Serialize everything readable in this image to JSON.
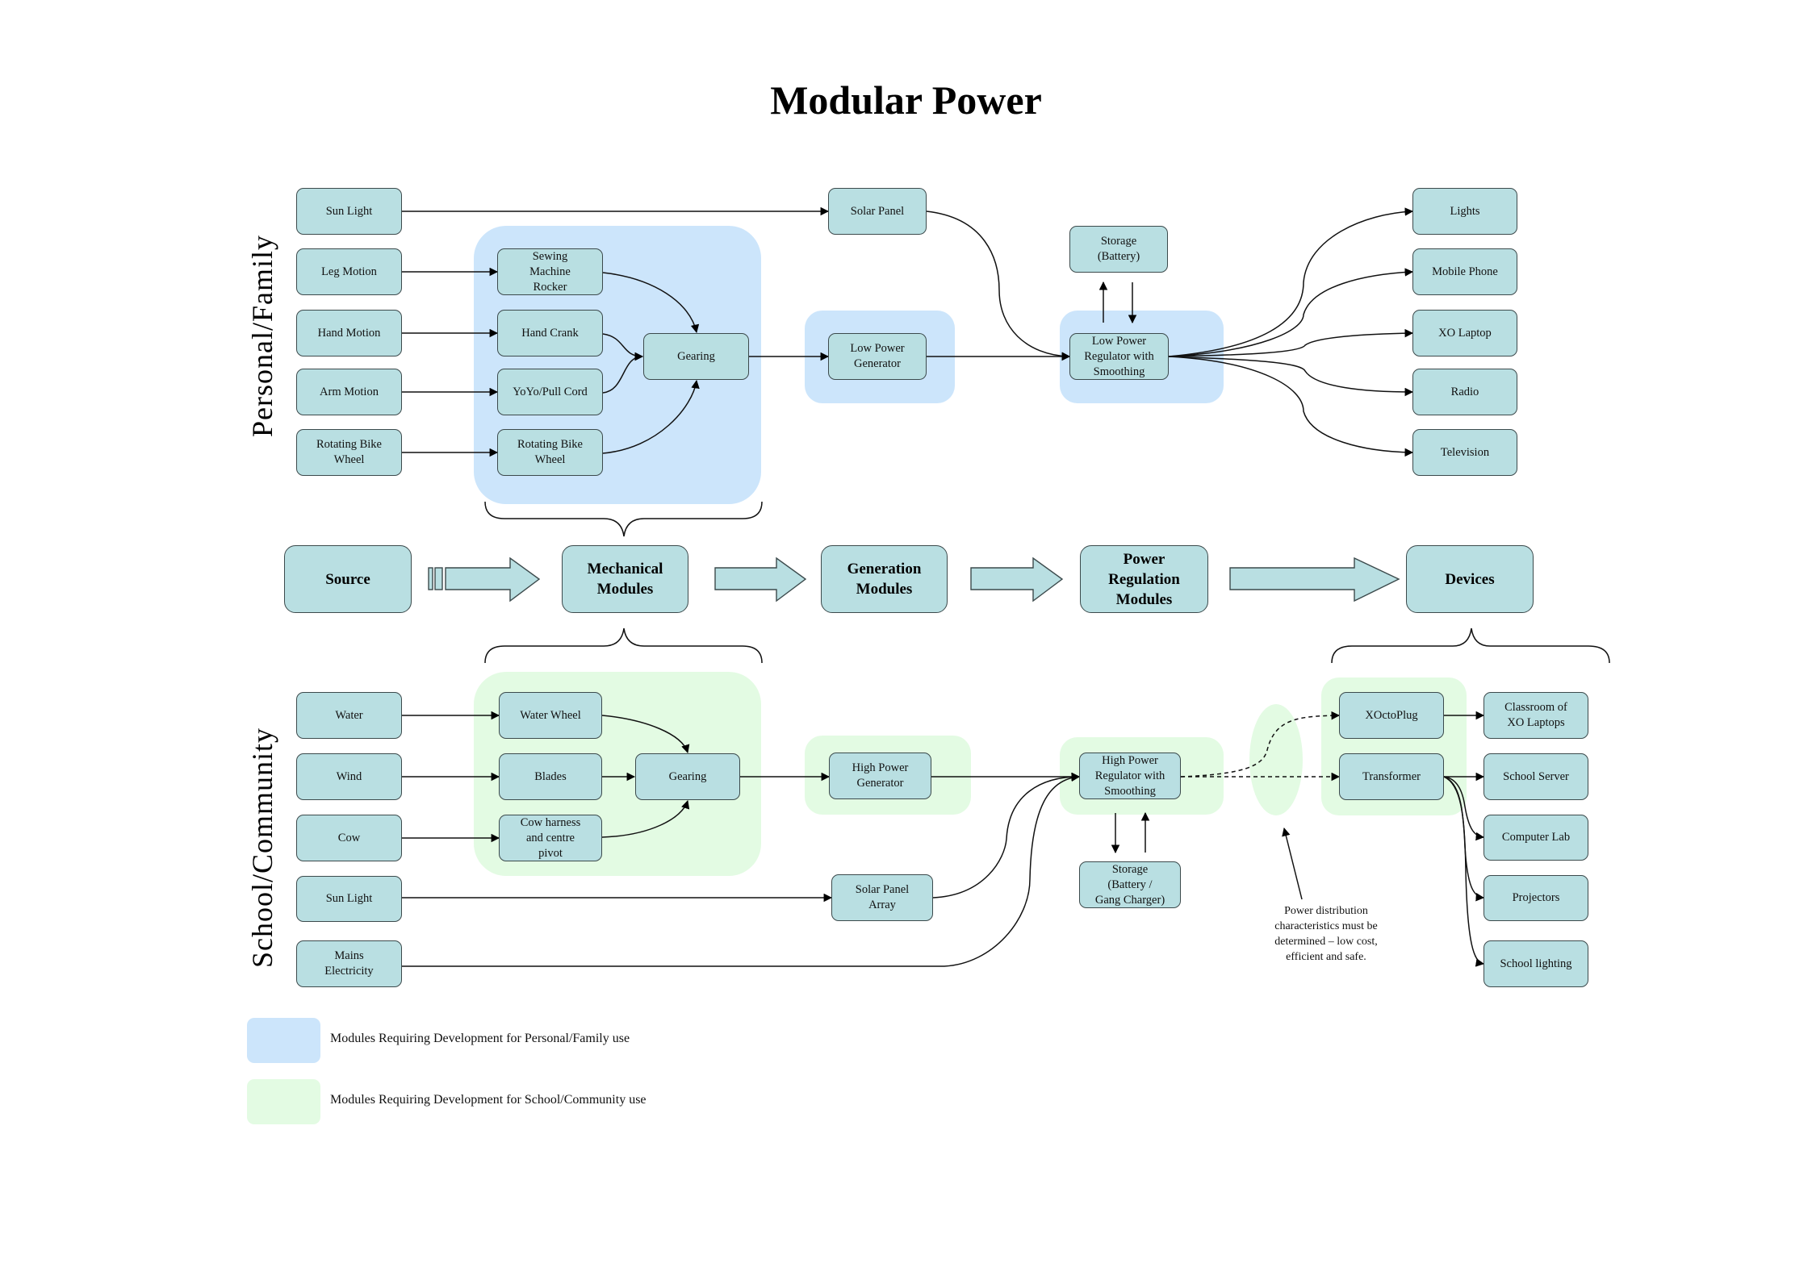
{
  "title": "Modular Power",
  "sections": {
    "personal_label": "Personal/Family",
    "school_label": "School/Community"
  },
  "stages": {
    "source": "Source",
    "mechanical": "Mechanical\nModules",
    "generation": "Generation\nModules",
    "regulation": "Power\nRegulation\nModules",
    "devices": "Devices"
  },
  "personal": {
    "sources": [
      "Sun Light",
      "Leg Motion",
      "Hand Motion",
      "Arm Motion",
      "Rotating Bike\nWheel"
    ],
    "mechanical": [
      "Sewing\nMachine\nRocker",
      "Hand Crank",
      "YoYo/Pull Cord",
      "Rotating Bike\nWheel"
    ],
    "gearing": "Gearing",
    "solar_panel": "Solar Panel",
    "generator": "Low Power\nGenerator",
    "storage": "Storage\n(Battery)",
    "regulator": "Low Power\nRegulator with\nSmoothing",
    "devices": [
      "Lights",
      "Mobile Phone",
      "XO Laptop",
      "Radio",
      "Television"
    ]
  },
  "school": {
    "sources": [
      "Water",
      "Wind",
      "Cow",
      "Sun Light",
      "Mains\nElectricity"
    ],
    "mechanical": [
      "Water Wheel",
      "Blades",
      "Cow harness\nand centre\npivot"
    ],
    "gearing": "Gearing",
    "generator": "High Power\nGenerator",
    "solar_array": "Solar Panel\nArray",
    "regulator": "High Power\nRegulator with\nSmoothing",
    "storage": "Storage\n(Battery /\nGang Charger)",
    "distribution": [
      "XOctoPlug",
      "Transformer"
    ],
    "devices": [
      "Classroom of\nXO Laptops",
      "School Server",
      "Computer Lab",
      "Projectors",
      "School lighting"
    ]
  },
  "annotation": "Power distribution\ncharacteristics must be\ndetermined – low cost,\nefficient and safe.",
  "legend": [
    {
      "label": "Modules Requiring Development for Personal/Family use",
      "color": "#cce5fb"
    },
    {
      "label": "Modules Requiring Development for School/Community use",
      "color": "#e3fbe3"
    }
  ],
  "colors": {
    "node_fill": "#b9dfe2",
    "node_border": "#3c4a4c",
    "personal_region": "#cce5fb",
    "school_region": "#e3fbe3"
  }
}
